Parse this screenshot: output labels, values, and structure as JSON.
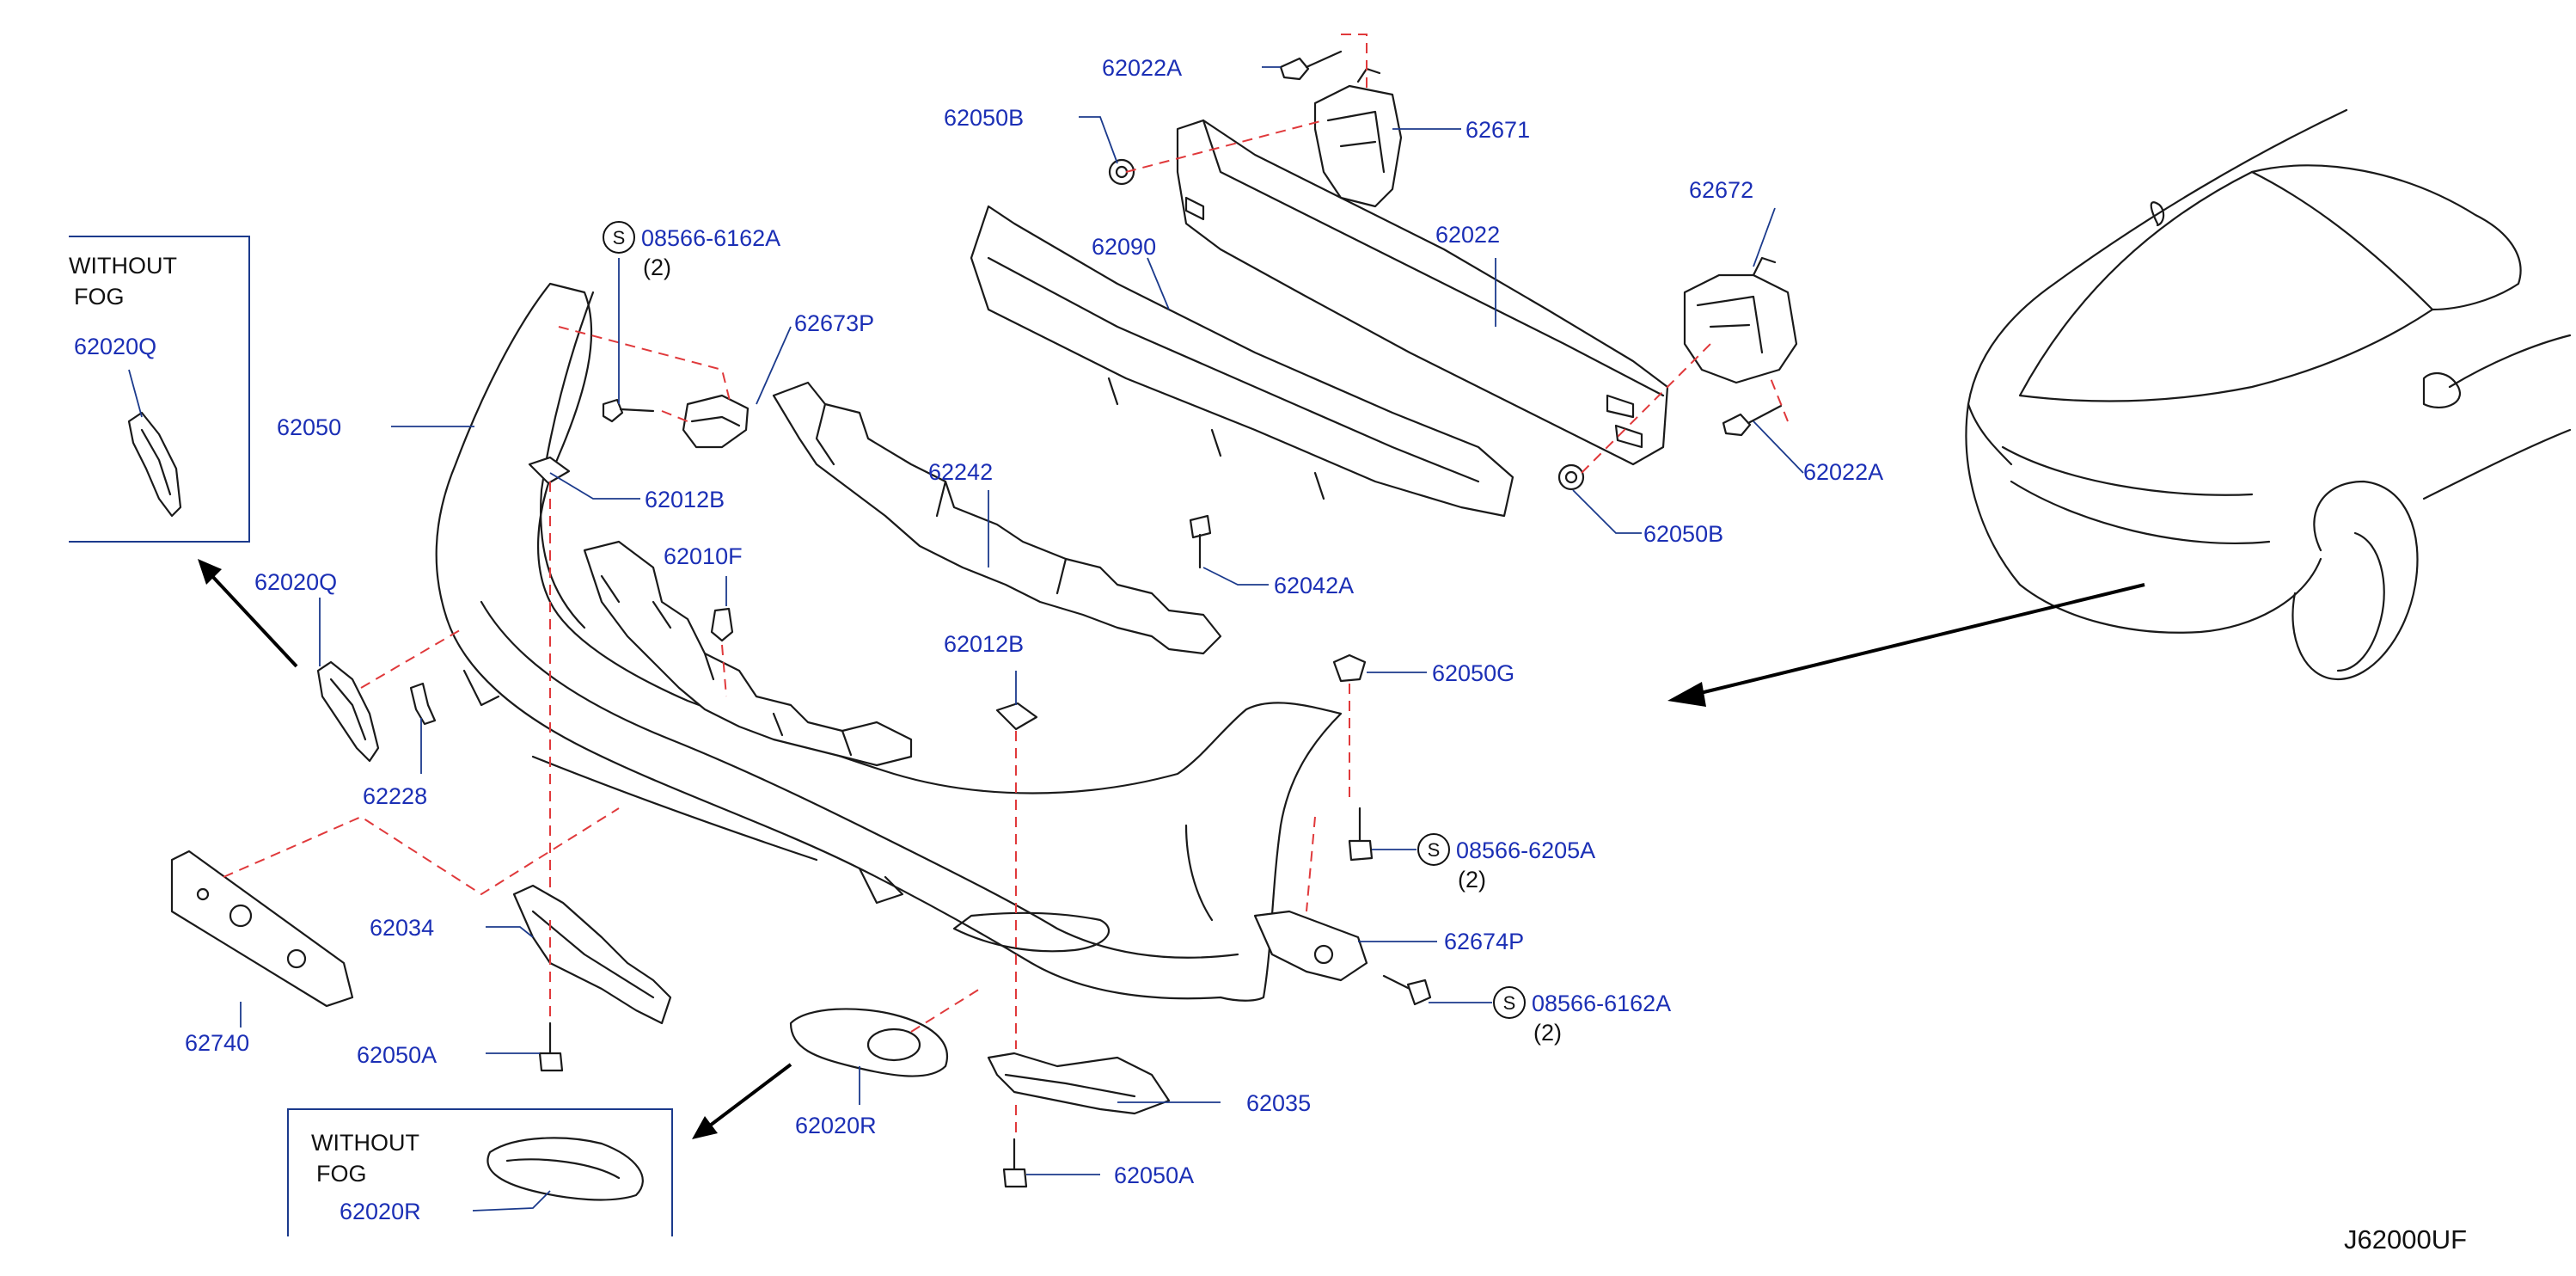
{
  "diagram_code": "J62000UF",
  "inset_without_fog_top": {
    "line1": "WITHOUT",
    "line2": "FOG",
    "part": "62020Q"
  },
  "inset_without_fog_bottom": {
    "line1": "WITHOUT",
    "line2": "FOG",
    "part": "62020R"
  },
  "screw_symbol": "S",
  "callouts": {
    "p62022A_top": "62022A",
    "p62050B_top": "62050B",
    "p62671": "62671",
    "p62090": "62090",
    "p62022": "62022",
    "p62672": "62672",
    "p62022A_right": "62022A",
    "p62050B_right": "62050B",
    "p08566_6162A_top": "08566-6162A",
    "p08566_6162A_top_qty": "(2)",
    "p62673P": "62673P",
    "p62050": "62050",
    "p62012B_left": "62012B",
    "p62010F": "62010F",
    "p62242": "62242",
    "p62042A": "62042A",
    "p62020Q": "62020Q",
    "p62228": "62228",
    "p62012B_center": "62012B",
    "p62050G": "62050G",
    "p08566_6205A": "08566-6205A",
    "p08566_6205A_qty": "(2)",
    "p62674P": "62674P",
    "p08566_6162A_bottom": "08566-6162A",
    "p08566_6162A_bottom_qty": "(2)",
    "p62034": "62034",
    "p62740": "62740",
    "p62050A_left": "62050A",
    "p62020R": "62020R",
    "p62035": "62035",
    "p62050A_bottom": "62050A"
  }
}
